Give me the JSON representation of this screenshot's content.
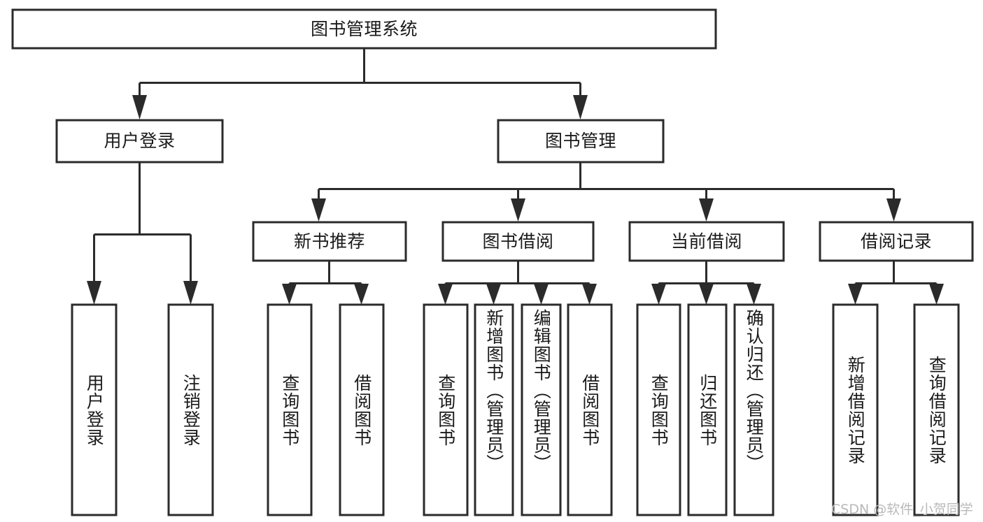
{
  "diagram": {
    "type": "tree",
    "title": "图书管理系统",
    "watermark": "CSDN @软件_小贺同学",
    "colors": {
      "stroke": "#2b2b2b",
      "fill": "#ffffff",
      "text": "#1a1a1a",
      "watermark": "#b9b9b9",
      "background": "#ffffff"
    },
    "root": {
      "label": "图书管理系统"
    },
    "level2": [
      {
        "label": "用户登录"
      },
      {
        "label": "图书管理"
      }
    ],
    "level3": [
      {
        "label": "新书推荐"
      },
      {
        "label": "图书借阅"
      },
      {
        "label": "当前借阅"
      },
      {
        "label": "借阅记录"
      }
    ],
    "leaves": {
      "user_login": [
        {
          "label": "用户登录"
        },
        {
          "label": "注销登录"
        }
      ],
      "new_book_recommend": [
        {
          "label": "查询图书"
        },
        {
          "label": "借阅图书"
        }
      ],
      "book_borrow": [
        {
          "label": "查询图书"
        },
        {
          "label": "新增图书（管理员）"
        },
        {
          "label": "编辑图书（管理员）"
        },
        {
          "label": "借阅图书"
        }
      ],
      "current_borrow": [
        {
          "label": "查询图书"
        },
        {
          "label": "归还图书"
        },
        {
          "label": "确认归还（管理员）"
        }
      ],
      "borrow_record": [
        {
          "label": "新增借阅记录"
        },
        {
          "label": "查询借阅记录"
        }
      ]
    }
  }
}
